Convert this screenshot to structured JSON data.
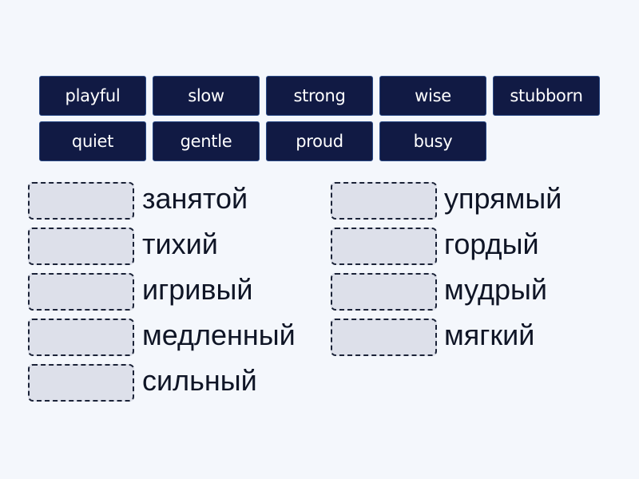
{
  "colors": {
    "background": "#f4f7fc",
    "tile_bg": "#111a44",
    "tile_border": "#2a4a86",
    "tile_text": "#ffffff",
    "zone_bg": "#dde0ea",
    "zone_border": "#1b2338",
    "label_text": "#0f1526"
  },
  "tiles": [
    {
      "label": "playful"
    },
    {
      "label": "slow"
    },
    {
      "label": "strong"
    },
    {
      "label": "wise"
    },
    {
      "label": "stubborn"
    },
    {
      "label": "quiet"
    },
    {
      "label": "gentle"
    },
    {
      "label": "proud"
    },
    {
      "label": "busy"
    }
  ],
  "targets": {
    "left": [
      {
        "label": "занятой"
      },
      {
        "label": "тихий"
      },
      {
        "label": "игривый"
      },
      {
        "label": "медленный"
      },
      {
        "label": "сильный"
      }
    ],
    "right": [
      {
        "label": "упрямый"
      },
      {
        "label": "гордый"
      },
      {
        "label": "мудрый"
      },
      {
        "label": "мягкий"
      }
    ]
  }
}
